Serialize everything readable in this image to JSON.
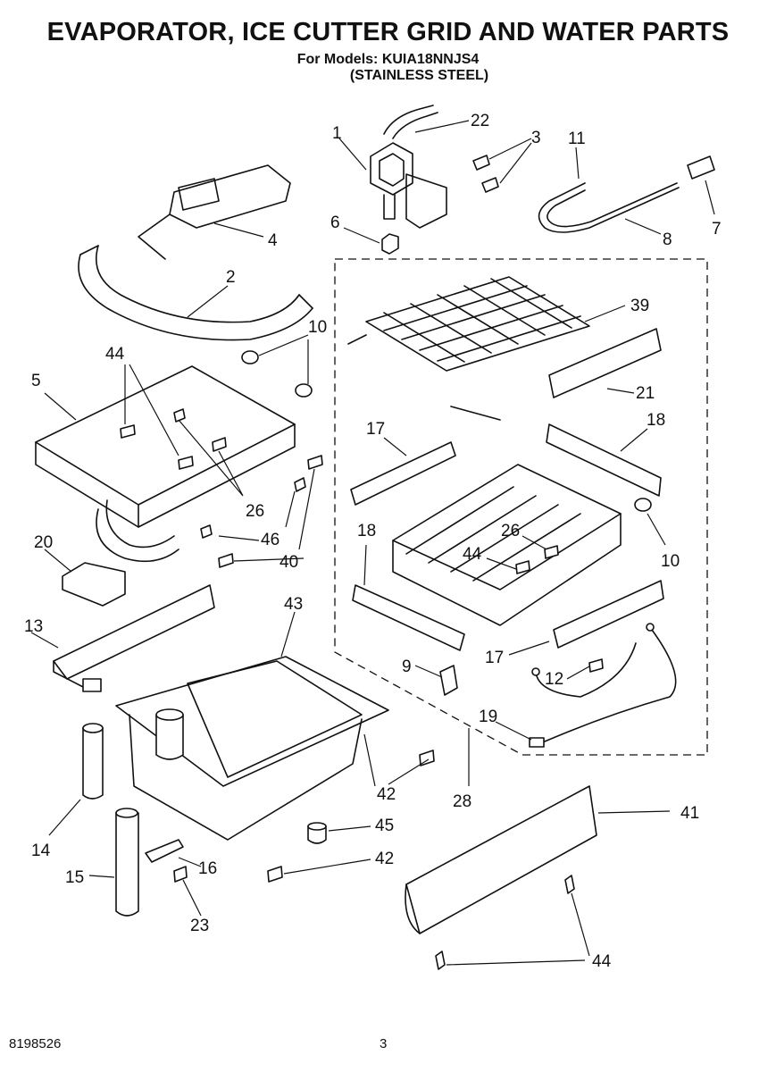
{
  "header": {
    "title": "EVAPORATOR, ICE CUTTER GRID AND WATER PARTS",
    "models_line": "For Models: KUIA18NNJS4",
    "variant_line": "(STAINLESS STEEL)"
  },
  "footer": {
    "doc_number": "8198526",
    "page_number": "3"
  },
  "callouts": [
    "1",
    "22",
    "3",
    "11",
    "6",
    "4",
    "8",
    "7",
    "2",
    "39",
    "10",
    "44",
    "5",
    "21",
    "17",
    "18",
    "26",
    "46",
    "40",
    "20",
    "13",
    "43",
    "9",
    "12",
    "19",
    "14",
    "42",
    "45",
    "28",
    "41",
    "15",
    "16",
    "23"
  ]
}
